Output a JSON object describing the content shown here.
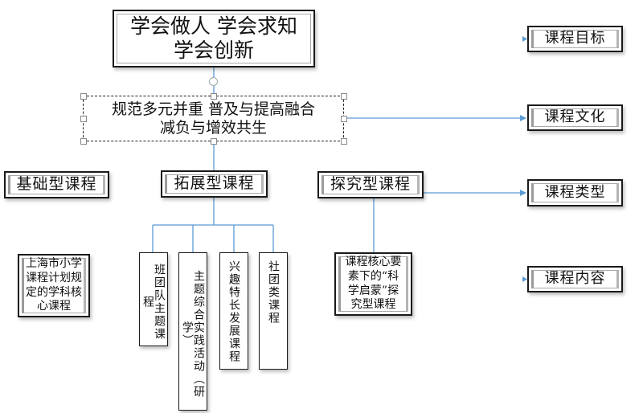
{
  "diagram": {
    "title": "学会做人 学会求知\n学会创新",
    "culture": "规范多元并重 普及与提高融合\n减负与增效共生",
    "categories": {
      "goal": "课程目标",
      "culture": "课程文化",
      "type": "课程类型",
      "content": "课程内容"
    },
    "course_types": {
      "basic": "基础型课程",
      "extended": "拓展型课程",
      "exploratory": "探究型课程"
    },
    "contents": {
      "basic": "上海市小学\n课程计划规\n定的学科核\n心课程",
      "extended": [
        "班团队主题课程",
        "主题综合实践活动（研学）",
        "兴趣特长发展课程",
        "社团类课程"
      ],
      "exploratory": "课程核心要\n素下的“科\n学启蒙”探\n究型课程"
    },
    "colors": {
      "connector": "#5b9bd5",
      "border": "#1a1a1a"
    }
  }
}
